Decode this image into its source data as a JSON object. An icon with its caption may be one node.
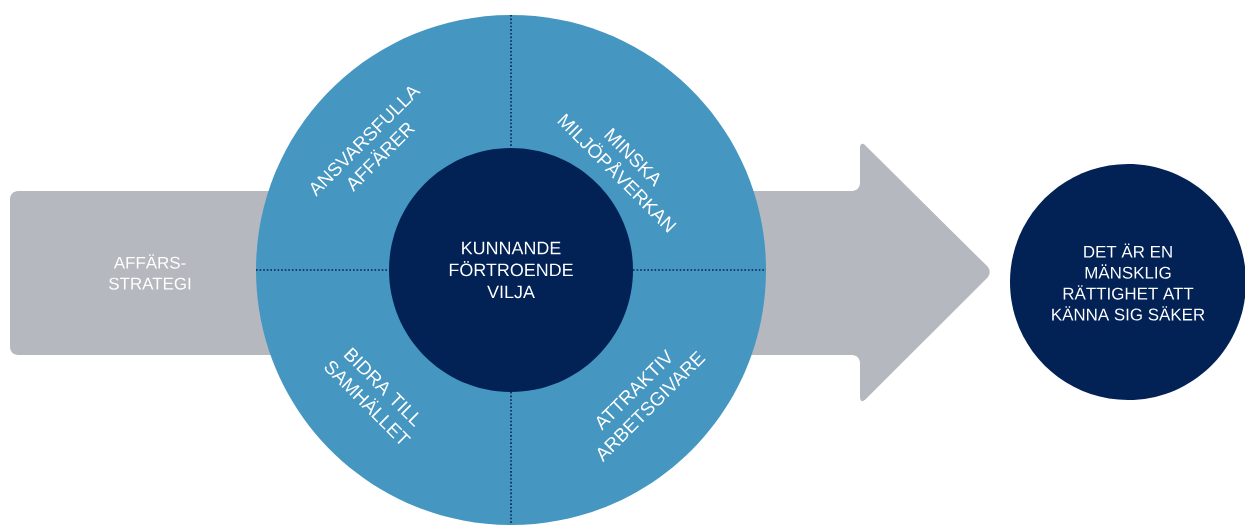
{
  "diagram": {
    "nodes": [
      {
        "text": [
          "AFFÄRS- STRATEGI"
        ]
      },
      {
        "text": [
          "ANSVARSFULLA AFFÄRER",
          "MINSKA MILJÖPÅVERKAN",
          "BIDRA TILL SAMHÄLLET",
          "ATTRAKTIV ARBETSGIVARE"
        ]
      },
      {
        "text": [
          "KUNNANDE FÖRTROENDE VILJA"
        ]
      },
      {
        "text": [
          "DET ÄR EN MÄNSKLIG RÄTTIGHET ATT KÄNNA SIG SÄKER"
        ]
      }
    ]
  }
}
